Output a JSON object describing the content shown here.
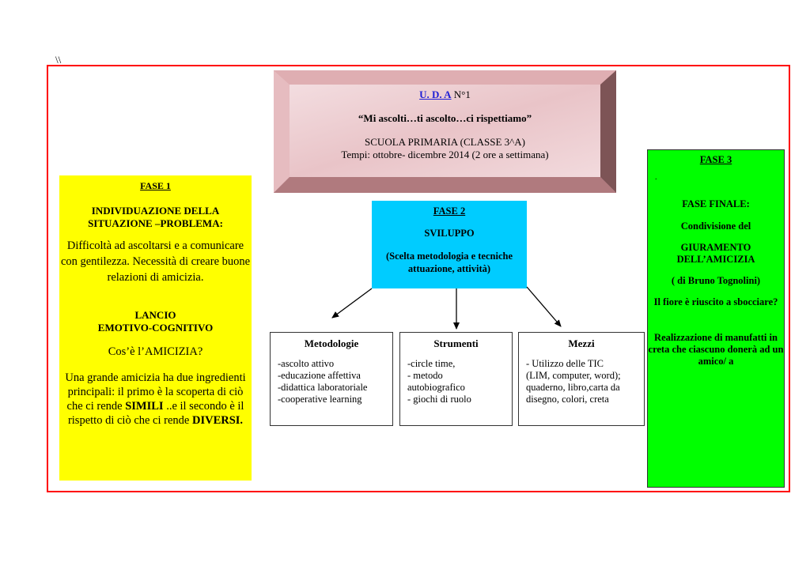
{
  "page": {
    "corner_mark": "\\\\"
  },
  "header": {
    "uda_link": "U. D. A",
    "uda_number": " N°1",
    "motto": "“Mi ascolti…ti ascolto…ci rispettiamo”",
    "school": "SCUOLA PRIMARIA (CLASSE 3^A)",
    "tempi": "Tempi: ottobre- dicembre 2014 (2 ore a settimana)"
  },
  "fase1": {
    "title": "FASE 1",
    "subtitle_line1": "INDIVIDUAZIONE DELLA",
    "subtitle_line2": "SITUAZIONE –PROBLEMA:",
    "problem": "Difficoltà ad ascoltarsi e a comunicare  con gentilezza. Necessità di creare buone relazioni di amicizia.",
    "lancio_line1": "LANCIO",
    "lancio_line2": "EMOTIVO-COGNITIVO",
    "question": "Cos’è l’AMICIZIA?",
    "text_part1": "Una grande amicizia ha due ingredienti principali: il primo è la scoperta di ciò che ci rende ",
    "bold1": "SIMILI",
    "text_part2": " ..e il secondo è il rispetto di ciò che ci rende ",
    "bold2": "DIVERSI."
  },
  "fase2": {
    "title": "FASE 2",
    "subtitle": "SVILUPPO",
    "description": "(Scelta metodologia e tecniche attuazione, attività)"
  },
  "boxes": [
    {
      "title": "Metodologie",
      "lines": [
        "-ascolto attivo",
        "-educazione affettiva",
        "-didattica laboratoriale",
        "-cooperative learning"
      ]
    },
    {
      "title": "Strumenti",
      "lines": [
        "-circle time,",
        "- metodo",
        "autobiografico",
        "- giochi di ruolo"
      ]
    },
    {
      "title": "Mezzi",
      "lines": [
        "- Utilizzo delle TIC",
        "(LIM, computer, word);",
        "quaderno, libro,carta da",
        "disegno, colori, creta"
      ]
    }
  ],
  "fase3": {
    "title": "FASE 3",
    "dot": ".",
    "finale": "FASE FINALE:",
    "condivisione": "Condivisione del",
    "giuramento_line1": "GIURAMENTO",
    "giuramento_line2": "DELL’AMICIZIA",
    "author": "( di Bruno Tognolini)",
    "question": "Il fiore è riuscito a sbocciare?",
    "realizzazione": "Realizzazione di manufatti in creta che ciascuno donerà ad un amico/ a"
  },
  "colors": {
    "frame": "#ff0000",
    "fase1_bg": "#ffff00",
    "fase2_bg": "#00ccff",
    "fase3_bg": "#00ff00",
    "bevel_face": "#efd2d6",
    "link": "#1f1fd6"
  }
}
